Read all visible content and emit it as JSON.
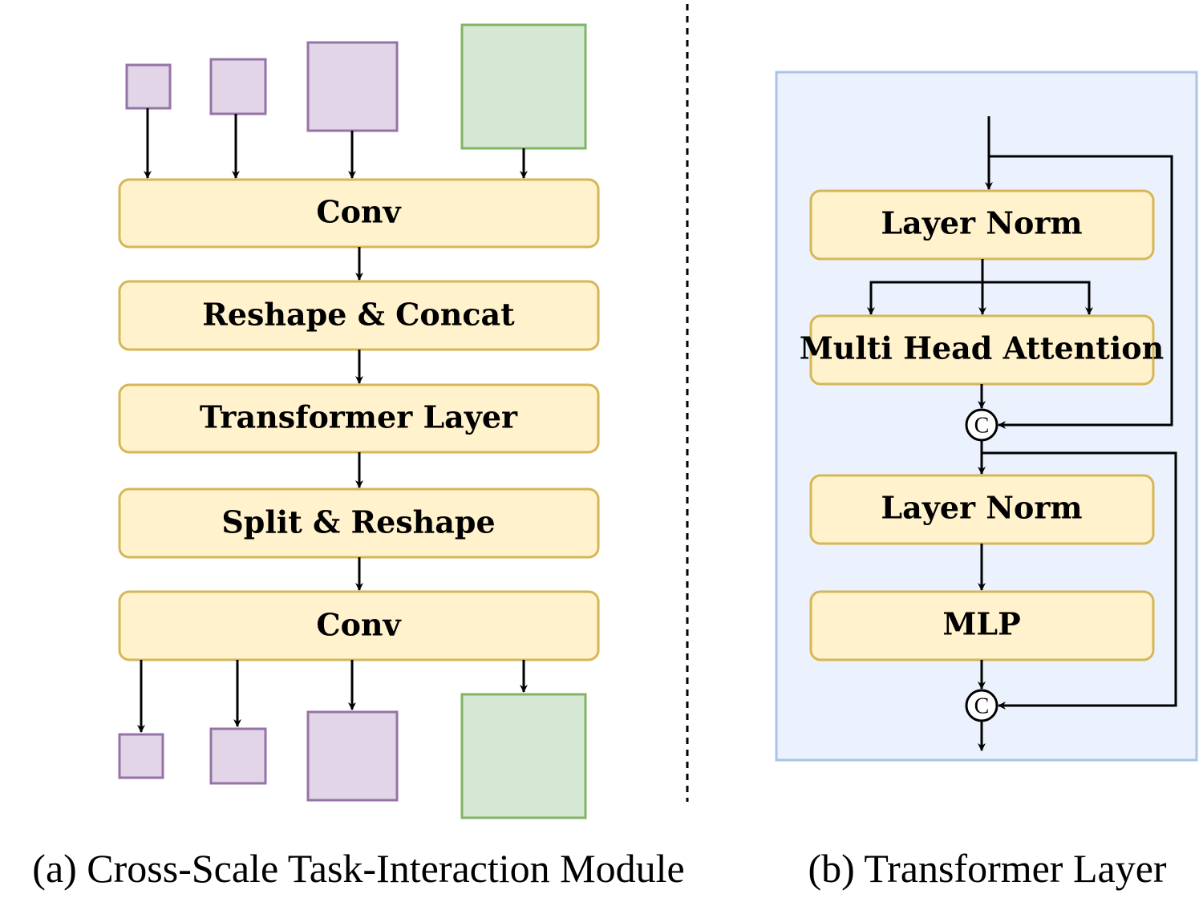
{
  "colors": {
    "block_fill": "#fff2cc",
    "block_stroke": "#d6b656",
    "task_feature_fill": "#e1d5e7",
    "task_feature_stroke": "#9673a6",
    "shared_feature_fill": "#d5e8d4",
    "shared_feature_stroke": "#82b366",
    "panel_fill": "#ecf2fd",
    "panel_stroke": "#a9c4e8"
  },
  "panel_a": {
    "caption": "(a) Cross-Scale Task-Interaction Module",
    "blocks": {
      "conv_top": "Conv",
      "reshape_concat": "Reshape & Concat",
      "transformer_layer": "Transformer Layer",
      "split_reshape": "Split & Reshape",
      "conv_bottom": "Conv"
    }
  },
  "panel_b": {
    "caption": "(b) Transformer Layer",
    "blocks": {
      "layer_norm_1": "Layer Norm",
      "multi_head_attention": "Multi Head Attention",
      "layer_norm_2": "Layer Norm",
      "mlp": "MLP"
    },
    "concat_symbol": "C"
  }
}
